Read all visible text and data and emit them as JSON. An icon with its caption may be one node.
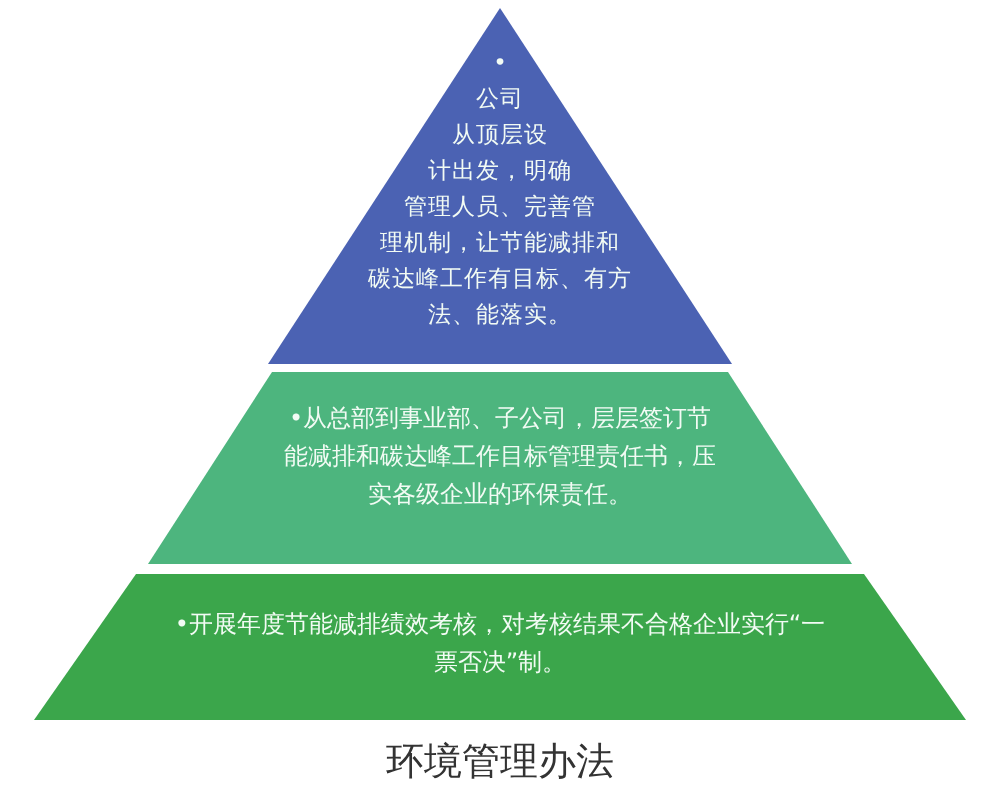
{
  "diagram": {
    "caption": "环境管理办法",
    "nodes": [
      {
        "text": [
          "•公司从顶层设计出发，明确管理人员、完善管理机制，让节能减排和碳达峰工作有目标、有方法、能落实。"
        ]
      },
      {
        "text": [
          "•从总部到事业部、子公司，层层签订节能减排和碳达峰工作目标管理责任书，压实各级企业的环保责任。"
        ]
      },
      {
        "text": [
          "•开展年度节能减排绩效考核，对考核结果不合格企业实行“一票否决”制。"
        ]
      }
    ],
    "edges": []
  }
}
